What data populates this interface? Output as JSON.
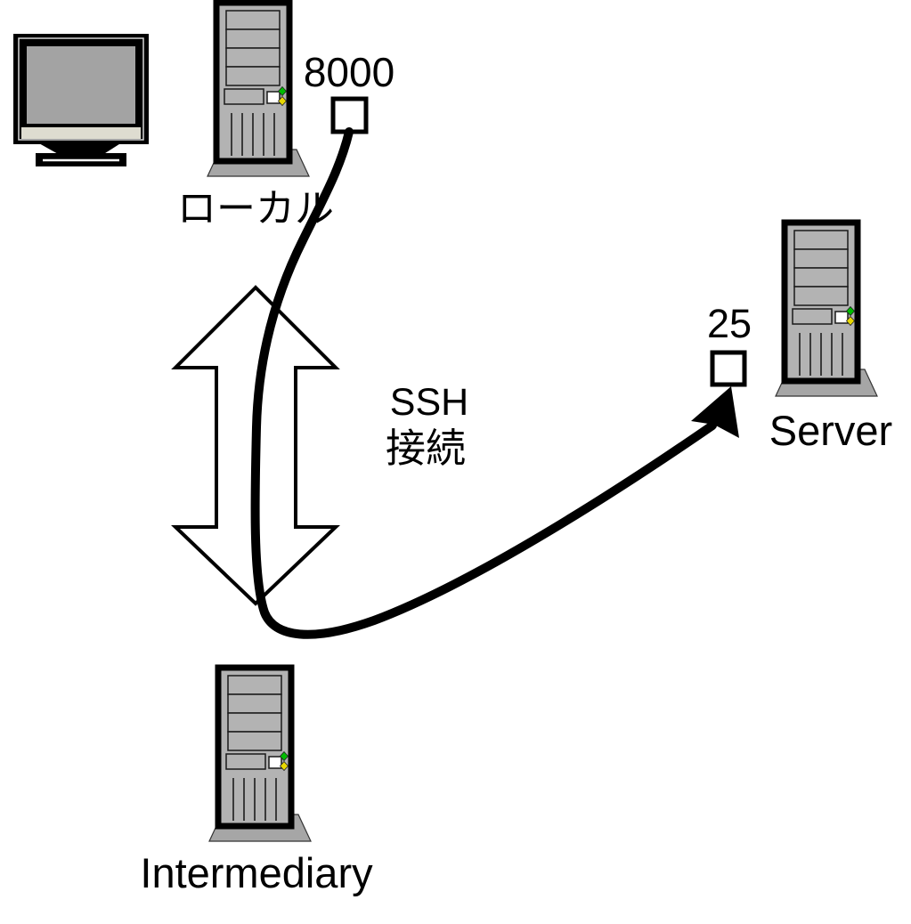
{
  "labels": {
    "local": "ローカル",
    "local_port": "8000",
    "intermediary": "Intermediary",
    "server": "Server",
    "server_port": "25",
    "ssh_line1": "SSH",
    "ssh_line2": "接続"
  },
  "colors": {
    "ink": "#000000",
    "tower_body": "#b3b3b3",
    "tower_base": "#a6a6a6",
    "screen": "#a3a3a3",
    "monitor_strip": "#dedcd0",
    "led_green": "#00bb00",
    "led_yellow": "#e8d800",
    "port_fill": "#ffffff"
  },
  "icons": {
    "monitor-icon": "crt-monitor shape",
    "tower-icon": "computer tower shape",
    "led-green-icon": "green diamond",
    "led-yellow-icon": "yellow diamond",
    "ssh-bidirectional-arrow-icon": "outlined up-down double arrow",
    "tunnel-arrowhead-icon": "filled barbed arrowhead",
    "port-box": "small white square connector"
  }
}
